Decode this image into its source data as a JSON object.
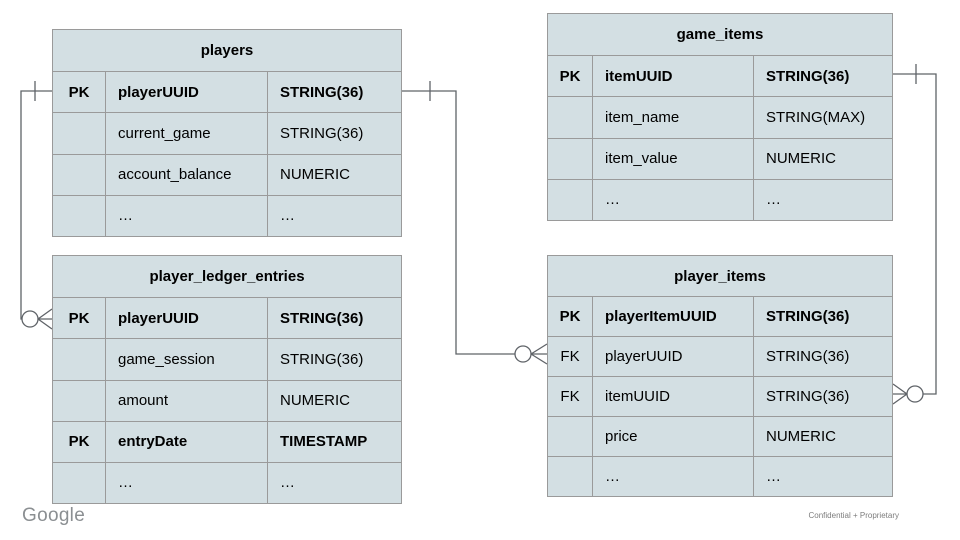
{
  "slide": {
    "brand": "Google",
    "footer_note": "Confidential + Proprietary"
  },
  "colors": {
    "cell_bg": "#d3dfe3",
    "table_border": "#9a9a9a",
    "connector": "#5f6368",
    "text": "#000000"
  },
  "tables": {
    "players": {
      "title": "players",
      "rows": [
        {
          "key": "PK",
          "name": "playerUUID",
          "type": "STRING(36)"
        },
        {
          "key": "",
          "name": "current_game",
          "type": "STRING(36)"
        },
        {
          "key": "",
          "name": "account_balance",
          "type": "NUMERIC"
        },
        {
          "key": "",
          "name": "…",
          "type": "…"
        }
      ]
    },
    "game_items": {
      "title": "game_items",
      "rows": [
        {
          "key": "PK",
          "name": "itemUUID",
          "type": "STRING(36)"
        },
        {
          "key": "",
          "name": "item_name",
          "type": "STRING(MAX)"
        },
        {
          "key": "",
          "name": "item_value",
          "type": "NUMERIC"
        },
        {
          "key": "",
          "name": "…",
          "type": "…"
        }
      ]
    },
    "player_ledger_entries": {
      "title": "player_ledger_entries",
      "rows": [
        {
          "key": "PK",
          "name": "playerUUID",
          "type": "STRING(36)"
        },
        {
          "key": "",
          "name": "game_session",
          "type": "STRING(36)"
        },
        {
          "key": "",
          "name": "amount",
          "type": "NUMERIC"
        },
        {
          "key": "PK",
          "name": "entryDate",
          "type": "TIMESTAMP"
        },
        {
          "key": "",
          "name": "…",
          "type": "…"
        }
      ]
    },
    "player_items": {
      "title": "player_items",
      "rows": [
        {
          "key": "PK",
          "name": "playerItemUUID",
          "type": "STRING(36)"
        },
        {
          "key": "FK",
          "name": "playerUUID",
          "type": "STRING(36)"
        },
        {
          "key": "FK",
          "name": "itemUUID",
          "type": "STRING(36)"
        },
        {
          "key": "",
          "name": "price",
          "type": "NUMERIC"
        },
        {
          "key": "",
          "name": "…",
          "type": "…"
        }
      ]
    }
  },
  "relationships": [
    {
      "from": "players.playerUUID",
      "to": "player_ledger_entries.playerUUID",
      "from_cardinality": "one",
      "to_cardinality": "zero-or-many"
    },
    {
      "from": "players.playerUUID",
      "to": "player_items.playerUUID",
      "from_cardinality": "one",
      "to_cardinality": "zero-or-many"
    },
    {
      "from": "game_items.itemUUID",
      "to": "player_items.itemUUID",
      "from_cardinality": "one",
      "to_cardinality": "zero-or-many"
    }
  ]
}
